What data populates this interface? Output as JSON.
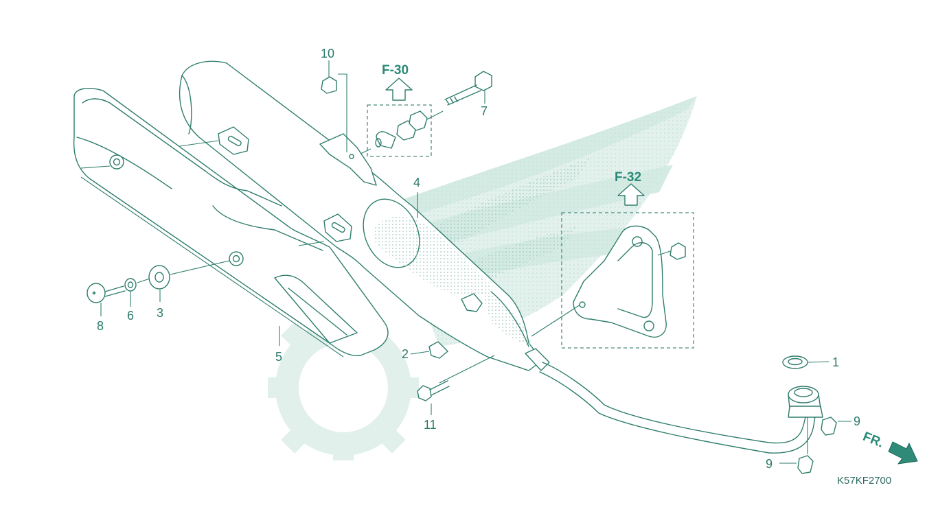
{
  "diagram": {
    "callouts": [
      "1",
      "2",
      "3",
      "4",
      "5",
      "6",
      "7",
      "8",
      "9",
      "9",
      "10",
      "11"
    ],
    "references": {
      "f30": "F-30",
      "f32": "F-32"
    },
    "direction_label": "FR.",
    "drawing_code": "K57KF2700",
    "colors": {
      "line": "#2f7d6d",
      "text": "#2a7a6a",
      "watermark": "#cfe7e0"
    }
  }
}
